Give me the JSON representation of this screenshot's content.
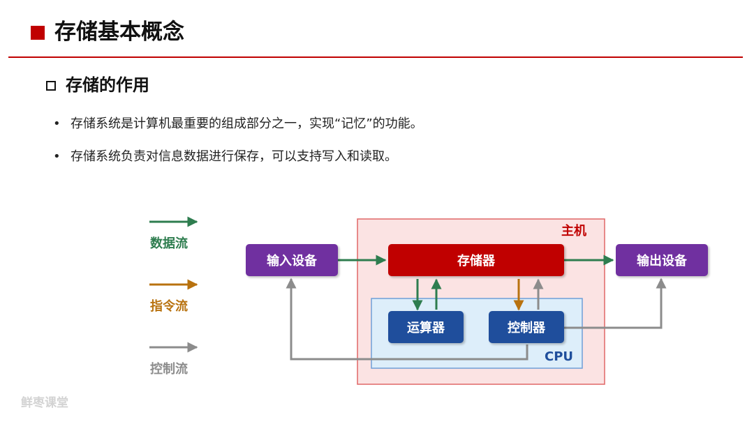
{
  "header": {
    "title": "存储基本概念"
  },
  "section": {
    "title": "存储的作用",
    "bullets": [
      {
        "marker": "•",
        "text": "存储系统是计算机最重要的组成部分之一，实现“记忆”的功能。"
      },
      {
        "marker": "•",
        "text": "存储系统负责对信息数据进行保存，可以支持写入和读取。"
      }
    ]
  },
  "legend": [
    {
      "label": "数据流",
      "color": "#2e7d4f"
    },
    {
      "label": "指令流",
      "color": "#b8720f"
    },
    {
      "label": "控制流",
      "color": "#8c8c8c"
    }
  ],
  "diagram": {
    "host_label": "主机",
    "cpu_label": "CPU",
    "nodes": {
      "input": "输入设备",
      "memory": "存储器",
      "output": "输出设备",
      "alu": "运算器",
      "controller": "控制器"
    },
    "colors": {
      "host_border": "#e06666",
      "host_fill": "#fbe3e3",
      "host_label": "#c00000",
      "cpu_border": "#6f9fd8",
      "cpu_fill": "#ddeefa",
      "cpu_label": "#1f4e9c",
      "io_node": "#7030a0",
      "memory_node": "#c00000",
      "cpu_node": "#1f4e9c"
    }
  },
  "watermark": "鲜枣课堂"
}
